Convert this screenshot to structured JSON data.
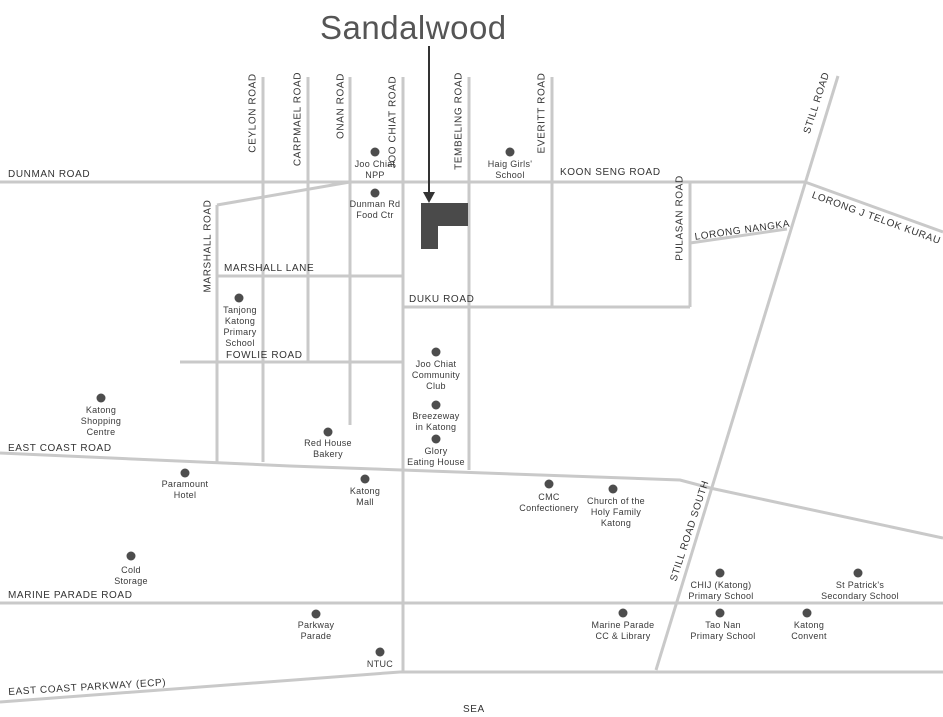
{
  "title": "Sandalwood",
  "roads": {
    "dunman_road": "DUNMAN ROAD",
    "koon_seng_road": "KOON SENG ROAD",
    "lorong_j_telok_kurau": "LORONG J TELOK KURAU",
    "lorong_nangka": "LORONG NANGKA",
    "marshall_lane": "MARSHALL LANE",
    "duku_road": "DUKU ROAD",
    "fowlie_road": "FOWLIE ROAD",
    "east_coast_road": "EAST COAST ROAD",
    "marine_parade_road": "MARINE PARADE ROAD",
    "east_coast_parkway": "EAST COAST PARKWAY (ECP)",
    "ceylon_road": "CEYLON ROAD",
    "carpmael_road": "CARPMAEL ROAD",
    "onan_road": "ONAN ROAD",
    "joo_chiat_road": "JOO CHIAT ROAD",
    "tembeling_road": "TEMBELING ROAD",
    "everitt_road": "EVERITT ROAD",
    "marshall_road": "MARSHALL ROAD",
    "pulasan_road": "PULASAN ROAD",
    "still_road": "STILL ROAD",
    "still_road_south": "STILL ROAD SOUTH"
  },
  "sea": "SEA",
  "places": {
    "joo_chiat_npp": "Joo Chiat\nNPP",
    "haig_girls_school": "Haig Girls'\nSchool",
    "dunman_rd_food_ctr": "Dunman Rd\nFood Ctr",
    "tanjong_katong_primary": "Tanjong\nKatong\nPrimary\nSchool",
    "joo_chiat_community_club": "Joo Chiat\nCommunity\nClub",
    "breezeway_in_katong": "Breezeway\nin Katong",
    "glory_eating_house": "Glory\nEating House",
    "katong_shopping_centre": "Katong\nShopping\nCentre",
    "red_house_bakery": "Red House\nBakery",
    "paramount_hotel": "Paramount\nHotel",
    "katong_mall": "Katong\nMall",
    "cmc_confectionery": "CMC\nConfectionery",
    "church_holy_family": "Church of the\nHoly Family\nKatong",
    "cold_storage": "Cold\nStorage",
    "chij_katong": "CHIJ (Katong)\nPrimary School",
    "st_patricks": "St Patrick's\nSecondary School",
    "parkway_parade": "Parkway\nParade",
    "marine_parade_cc": "Marine Parade\nCC & Library",
    "tao_nan": "Tao Nan\nPrimary School",
    "katong_convent": "Katong\nConvent",
    "ntuc": "NTUC"
  }
}
